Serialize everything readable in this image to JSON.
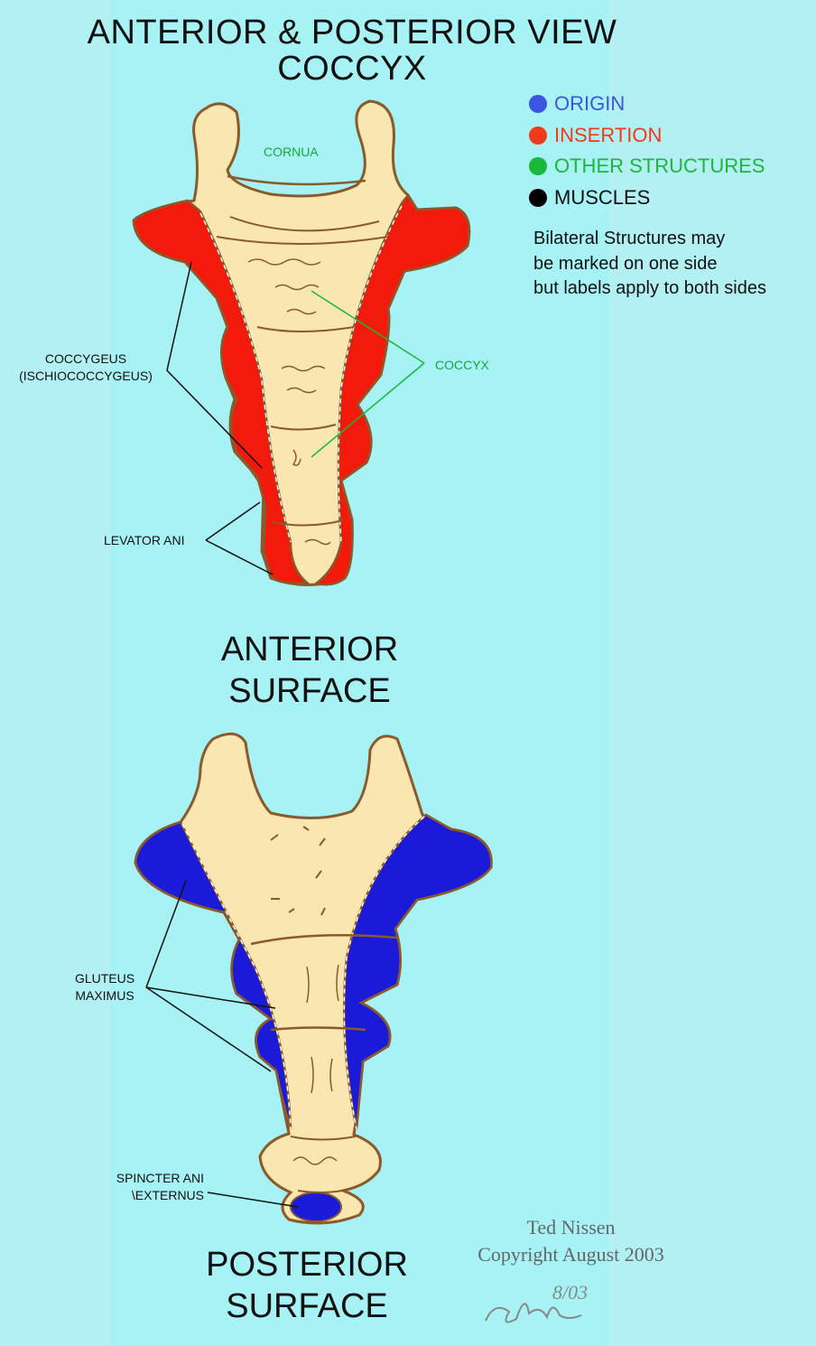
{
  "title": {
    "line1": "ANTERIOR & POSTERIOR VIEW",
    "line2": "COCCYX"
  },
  "legend": {
    "items": [
      {
        "label": "ORIGIN",
        "color": "#3b55e0"
      },
      {
        "label": "INSERTION",
        "color": "#f23a1a"
      },
      {
        "label": "OTHER STRUCTURES",
        "color": "#19b83a"
      },
      {
        "label": "MUSCLES",
        "color": "#000000"
      }
    ],
    "note": [
      "Bilateral Structures may",
      "be marked on one side",
      "but labels apply to both sides"
    ]
  },
  "colors": {
    "bone": "#f9e6b0",
    "bone_outline": "#8a5a2b",
    "insertion": "#f21a0a",
    "origin": "#1a1ad8",
    "structure_line": "#19b83a",
    "muscle_line": "#111111"
  },
  "anterior": {
    "labels": {
      "cornua": "CORNUA",
      "coccyx": "COCCYX",
      "coccygeus_1": "COCCYGEUS",
      "coccygeus_2": "(ISCHIOCOCCYGEUS)",
      "levator_ani": "LEVATOR ANI"
    },
    "caption_1": "ANTERIOR",
    "caption_2": "SURFACE"
  },
  "posterior": {
    "labels": {
      "gluteus_1": "GLUTEUS",
      "gluteus_2": "MAXIMUS",
      "sphincter_1": "SPINCTER ANI",
      "sphincter_2": "\\EXTERNUS"
    },
    "caption_1": "POSTERIOR",
    "caption_2": "SURFACE"
  },
  "credit": {
    "author": "Ted Nissen",
    "copyright": "Copyright August 2003",
    "date_mark": "8/03"
  }
}
